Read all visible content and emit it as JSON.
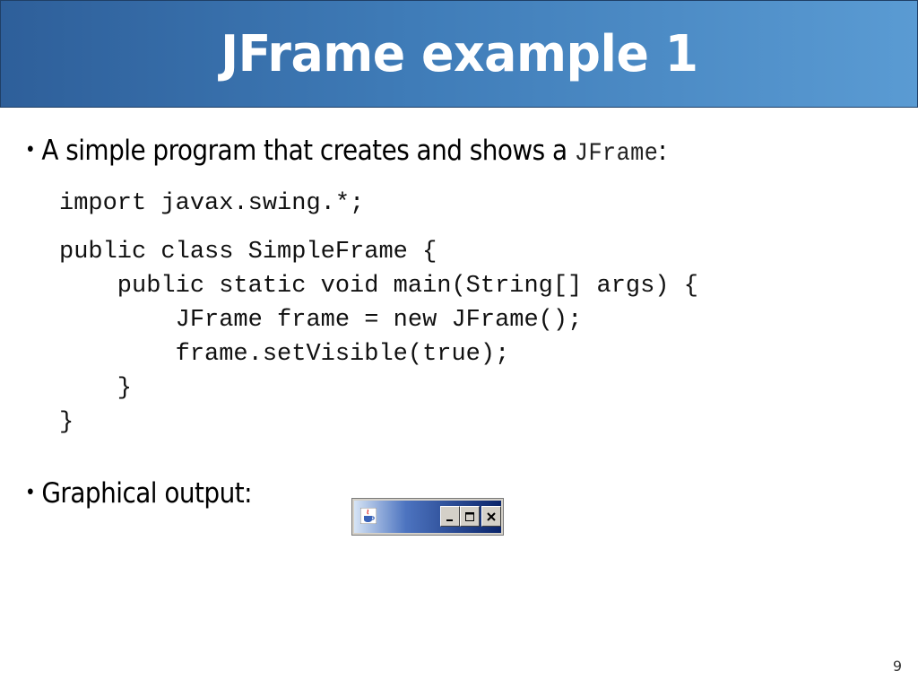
{
  "slide": {
    "title": "JFrame example 1",
    "page_number": "9"
  },
  "bullets": [
    {
      "text": "A simple program that creates and shows a ",
      "code": "JFrame",
      "suffix": ":"
    },
    {
      "text": "Graphical output:"
    }
  ],
  "code": {
    "import_line": "import javax.swing.*;",
    "class_lines": [
      "public class SimpleFrame {",
      "    public static void main(String[] args) {",
      "        JFrame frame = new JFrame();",
      "        frame.setVisible(true);",
      "    }",
      "}"
    ]
  },
  "output_window": {
    "icon": "java-coffee-cup-icon",
    "controls": [
      "minimize-icon",
      "maximize-icon",
      "close-icon"
    ],
    "title_gradient": [
      "#d6e4f5",
      "#4d74c0",
      "#0a246a"
    ]
  },
  "colors": {
    "title_bar_left": "#2e5f9a",
    "title_bar_right": "#5a9bd3",
    "title_text": "#ffffff"
  }
}
